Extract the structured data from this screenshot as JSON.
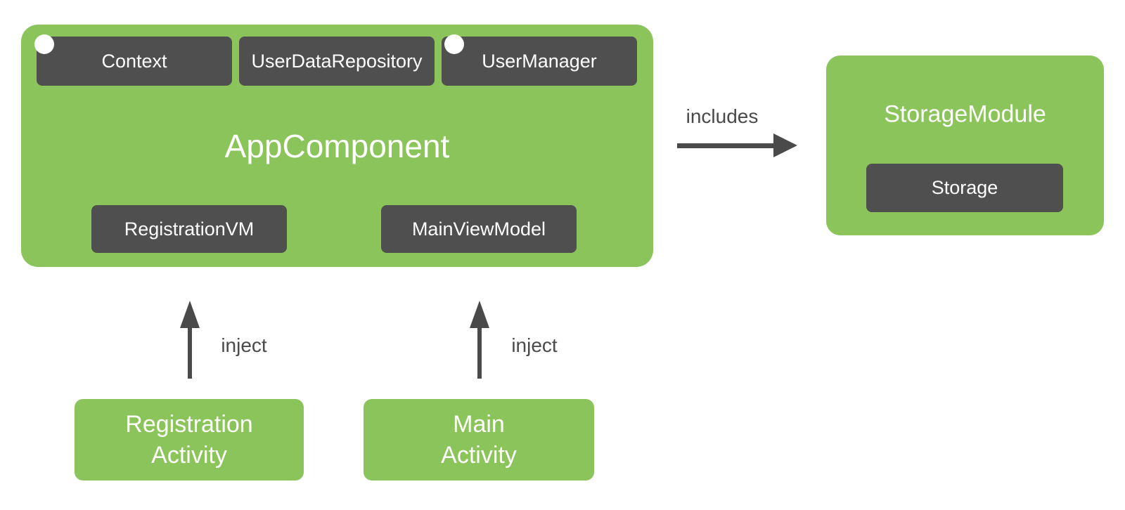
{
  "colors": {
    "green": "#8BC45A",
    "box_dark": "#4F4F4F",
    "arrow_gray": "#4A4A4A",
    "label_gray": "#4A4A4A",
    "text_white": "#FFFFFF",
    "background": "#FFFFFF"
  },
  "app_component": {
    "title": "AppComponent",
    "dependencies": [
      {
        "label": "Context"
      },
      {
        "label": "UserDataRepository"
      },
      {
        "label": "UserManager"
      }
    ],
    "view_models": [
      {
        "label": "RegistrationVM"
      },
      {
        "label": "MainViewModel"
      }
    ]
  },
  "storage_module": {
    "title": "StorageModule",
    "node": {
      "label": "Storage"
    }
  },
  "relations": {
    "includes_label": "includes",
    "inject_label_1": "inject",
    "inject_label_2": "inject"
  },
  "activities": [
    {
      "label": "Registration\nActivity"
    },
    {
      "label": "Main\nActivity"
    }
  ]
}
